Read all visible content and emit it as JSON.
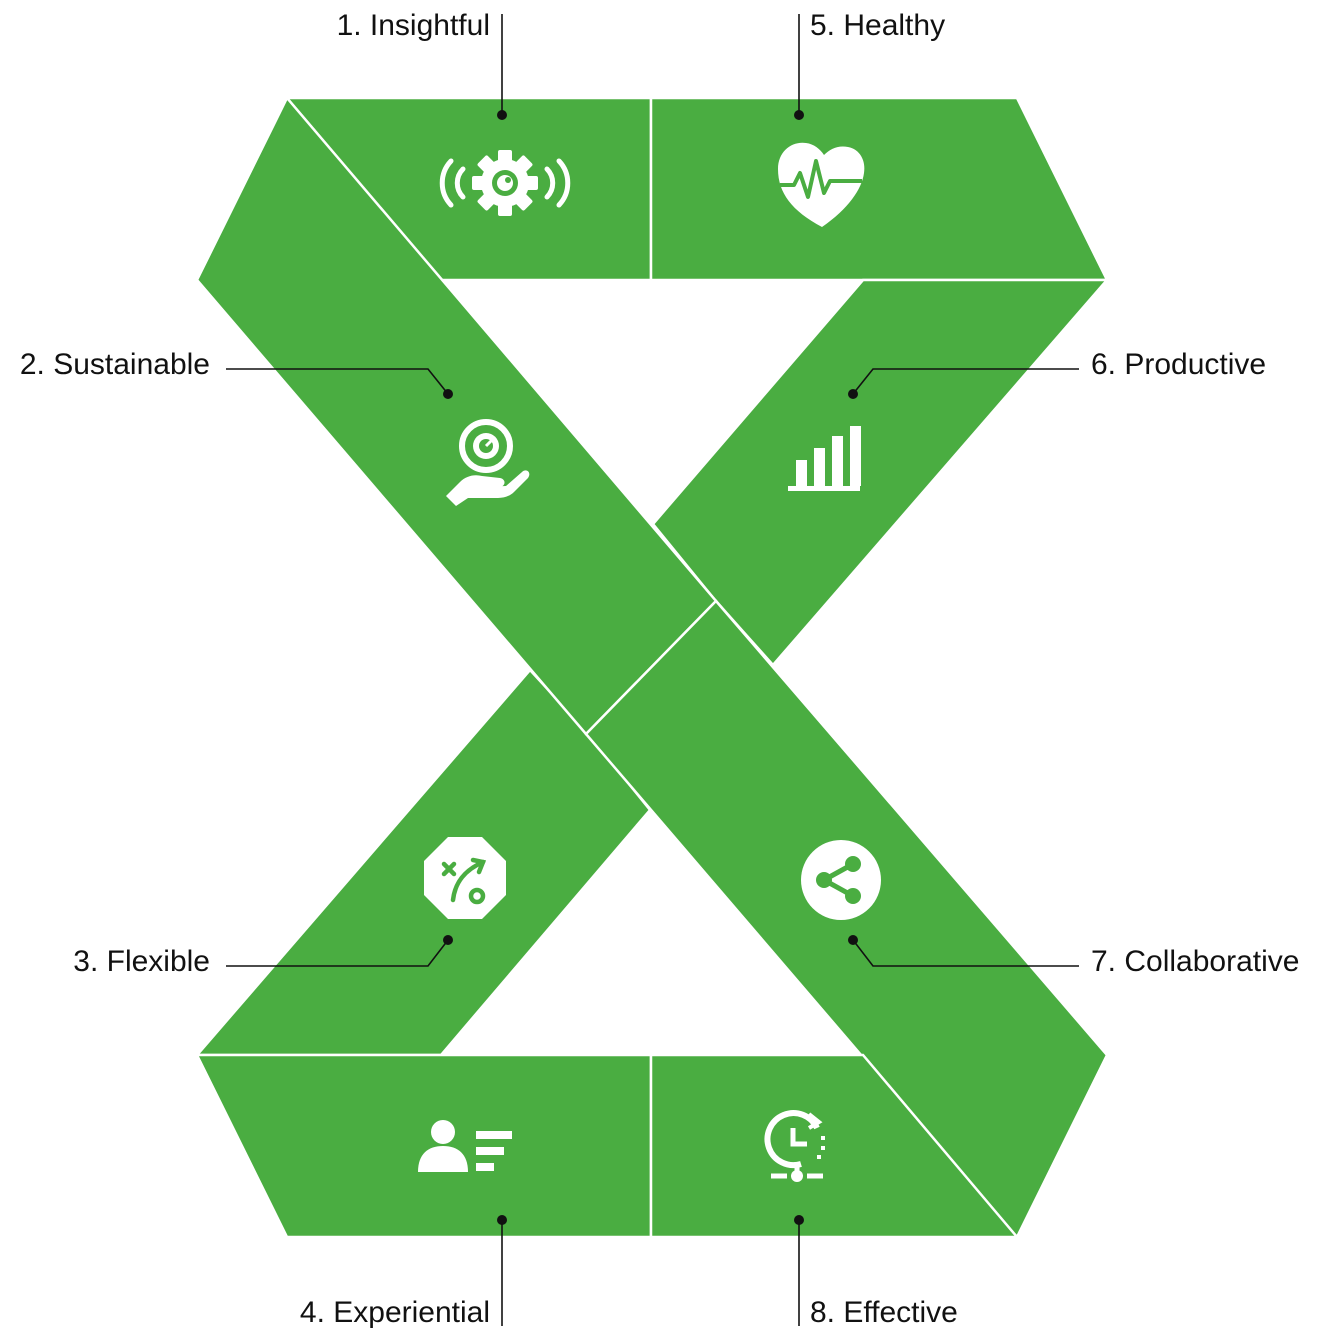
{
  "colors": {
    "segment": "#4aad41",
    "background": "#ffffff",
    "icon": "#ffffff",
    "leader": "#111111"
  },
  "labels": {
    "insightful": "1. Insightful",
    "sustainable": "2. Sustainable",
    "flexible": "3. Flexible",
    "experiential": "4. Experiential",
    "healthy": "5. Healthy",
    "productive": "6. Productive",
    "collaborative": "7. Collaborative",
    "effective": "8. Effective"
  },
  "icons": {
    "insightful": "gear-broadcast-icon",
    "sustainable": "hand-gauge-icon",
    "flexible": "strategy-play-icon",
    "experiential": "user-list-icon",
    "healthy": "heart-pulse-icon",
    "productive": "bar-chart-icon",
    "collaborative": "share-icon",
    "effective": "time-network-icon"
  }
}
